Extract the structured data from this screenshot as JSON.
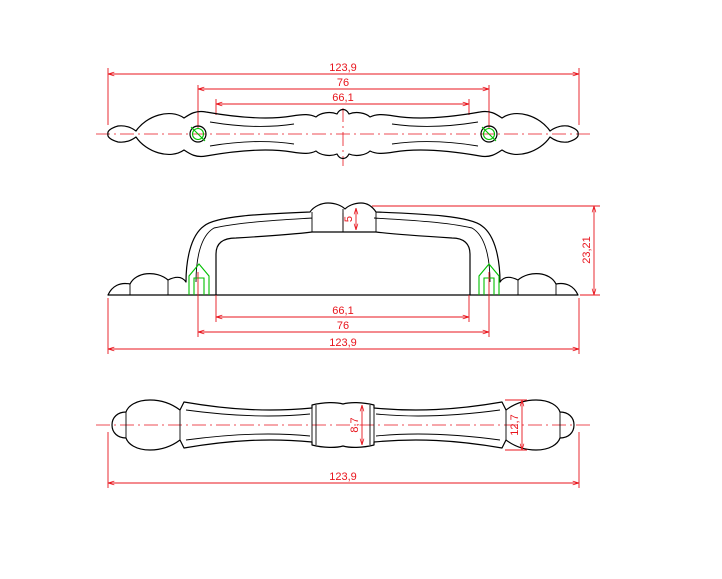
{
  "colors": {
    "outline": "#000000",
    "dimension": "#e8141c",
    "mounting_hole": "#00c000",
    "background": "#ffffff"
  },
  "top_view": {
    "overall_length": "123,9",
    "hole_spacing": "76",
    "grip_length": "66,1"
  },
  "side_view": {
    "center_depth": "5",
    "overall_height": "23,21",
    "grip_length": "66,1",
    "hole_spacing": "76",
    "overall_length": "123,9"
  },
  "front_view": {
    "center_width": "8,7",
    "end_width": "12,7",
    "overall_length": "123,9"
  }
}
